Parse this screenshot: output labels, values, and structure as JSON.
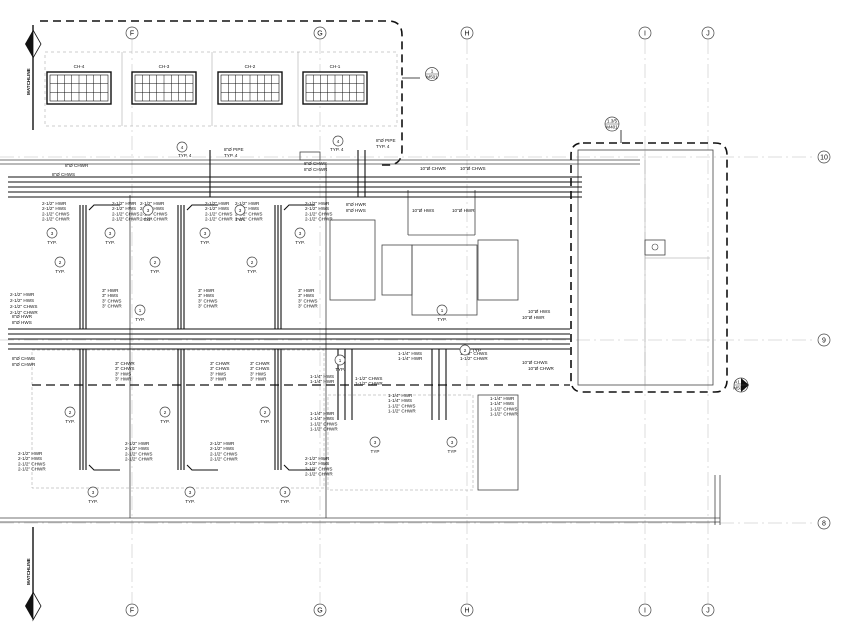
{
  "grid_columns": [
    "F",
    "G",
    "H",
    "I",
    "J"
  ],
  "grid_rows": [
    "10",
    "9",
    "8"
  ],
  "matchline": "MATCHLINE",
  "chillers": [
    "CH-4",
    "CH-3",
    "CH-2",
    "CH-1"
  ],
  "section_marks": [
    {
      "num": "1",
      "sheet": "M501"
    },
    {
      "num": "1.3/5",
      "sheet": "M401"
    },
    {
      "num": "A1.2",
      "sheet": "M501"
    }
  ],
  "callouts": {
    "typ": "TYP.",
    "typ4": "TYP. 4",
    "one": "1",
    "two": "2",
    "three": "3",
    "four": "4",
    "two_typ": "TYP",
    "pipe8": "8\"Ø PIPE",
    "pipe8_typ": "TYP. 4"
  },
  "top_pipes": {
    "chwr8": "8\"Ø CHWR",
    "chws8": "8\"Ø CHWS",
    "hwr8": "8\"Ø HWR",
    "hws8": "8\"Ø HWS",
    "chws10": "10\"Ø CHWS",
    "chwr10": "10\"Ø CHWR",
    "hws10": "10\"Ø HWS",
    "hwr10": "10\"Ø HWR"
  },
  "mid_pipes": {
    "hws10": "10\"Ø HWS",
    "hwr10": "10\"Ø HWR",
    "chws10": "10\"Ø CHWS",
    "chwr10": "10\"Ø CHWR",
    "chws8": "8\"Ø CHWS",
    "chwr8": "8\"Ø CHWR",
    "hwr8": "8\"Ø HWR",
    "hws8": "8\"Ø HWS"
  },
  "branch_2_5": [
    "2-1/2\" HWR",
    "2-1/2\" HWS",
    "2-1/2\" CHWS",
    "2-1/2\" CHWR"
  ],
  "branch_3": [
    "3\" HWR",
    "3\" HWS",
    "3\" CHWS",
    "3\" CHWR"
  ],
  "branch_3_low": [
    "3\" CHWR",
    "3\" CHWS",
    "3\" HWS",
    "3\" HWR"
  ],
  "branch_1_5": [
    "1-1/2\" CHWS",
    "1-1/2\" CHWR"
  ],
  "branch_1_25": [
    "1-1/4\" HWS",
    "1-1/4\" HWR"
  ],
  "branch_mixed": [
    "1-1/4\" HWR",
    "1-1/4\" HWS",
    "1-1/2\" CHWS",
    "1-1/2\" CHWR"
  ]
}
